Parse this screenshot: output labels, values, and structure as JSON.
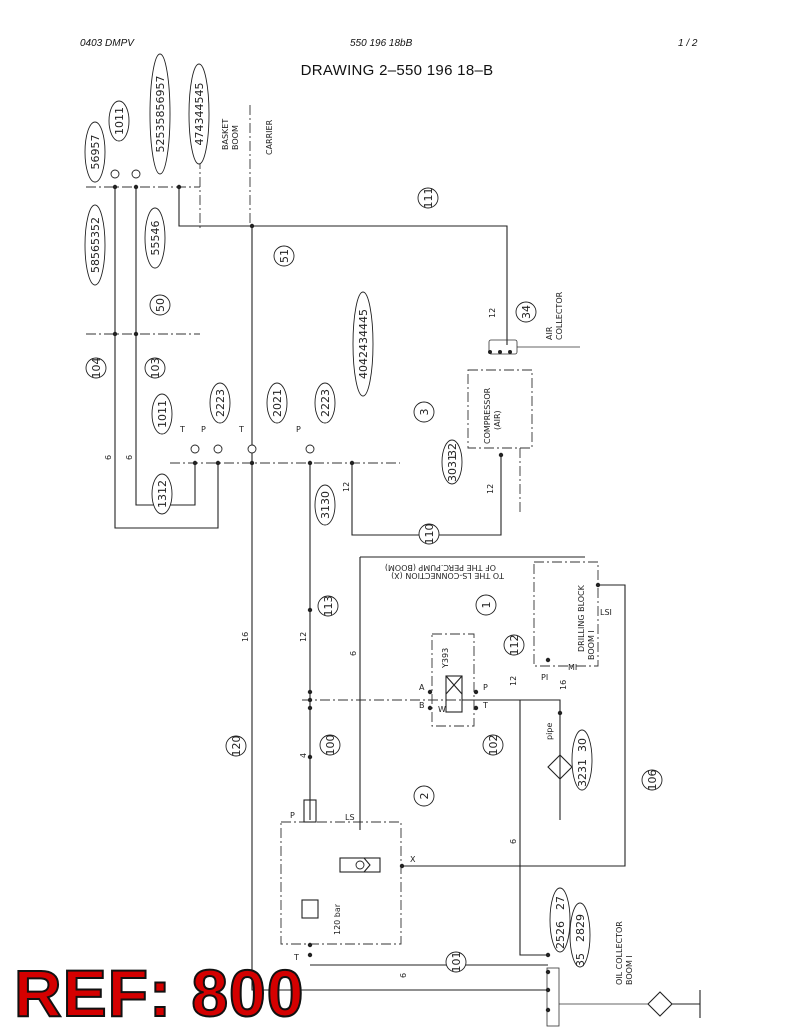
{
  "header": {
    "left": "0403 DMPV",
    "center": "550 196 18bB",
    "right": "1 /  2"
  },
  "title": "DRAWING  2–550 196 18–B",
  "ref_stamp": "REF: 800",
  "labels": {
    "basket_boom": [
      "BASKET",
      "BOOM"
    ],
    "carrier": "CARRIER",
    "air_collector": [
      "AIR",
      "COLLECTOR"
    ],
    "compressor": [
      "COMPRESSOR",
      "(AIR)"
    ],
    "ls_note": [
      "TO THE LS-CONNECTION (X)",
      "OF THE PERC.PUMP (BOOM)"
    ],
    "drilling_block": [
      "DRILLING BLOCK",
      "BOOM I"
    ],
    "oil_collector": [
      "OIL COLLECTOR",
      "BOOM I"
    ],
    "valve_code": "Y393",
    "relief": "120 bar",
    "pipe": "pipe"
  },
  "callouts": [
    "56957",
    "1011",
    "52535856957",
    "474344545",
    "58565352",
    "55546",
    "51",
    "111",
    "34",
    "50",
    "104",
    "103",
    "1011",
    "2223",
    "2021",
    "2223",
    "4042434445",
    "3",
    "3031",
    "32",
    "1312",
    "3130",
    "110",
    "113",
    "1",
    "112",
    "120",
    "100",
    "102",
    "3231",
    "30",
    "2",
    "106",
    "2526",
    "27",
    "2829",
    "35",
    "101"
  ],
  "port_labels": [
    "T",
    "P",
    "T",
    "P",
    "A",
    "B",
    "P",
    "T",
    "W",
    "LS",
    "X",
    "P",
    "T",
    "PI",
    "MI",
    "LSI"
  ],
  "line_sizes": [
    "6",
    "6",
    "12",
    "12",
    "16",
    "12",
    "6",
    "4",
    "6",
    "6",
    "12",
    "12",
    "16"
  ]
}
